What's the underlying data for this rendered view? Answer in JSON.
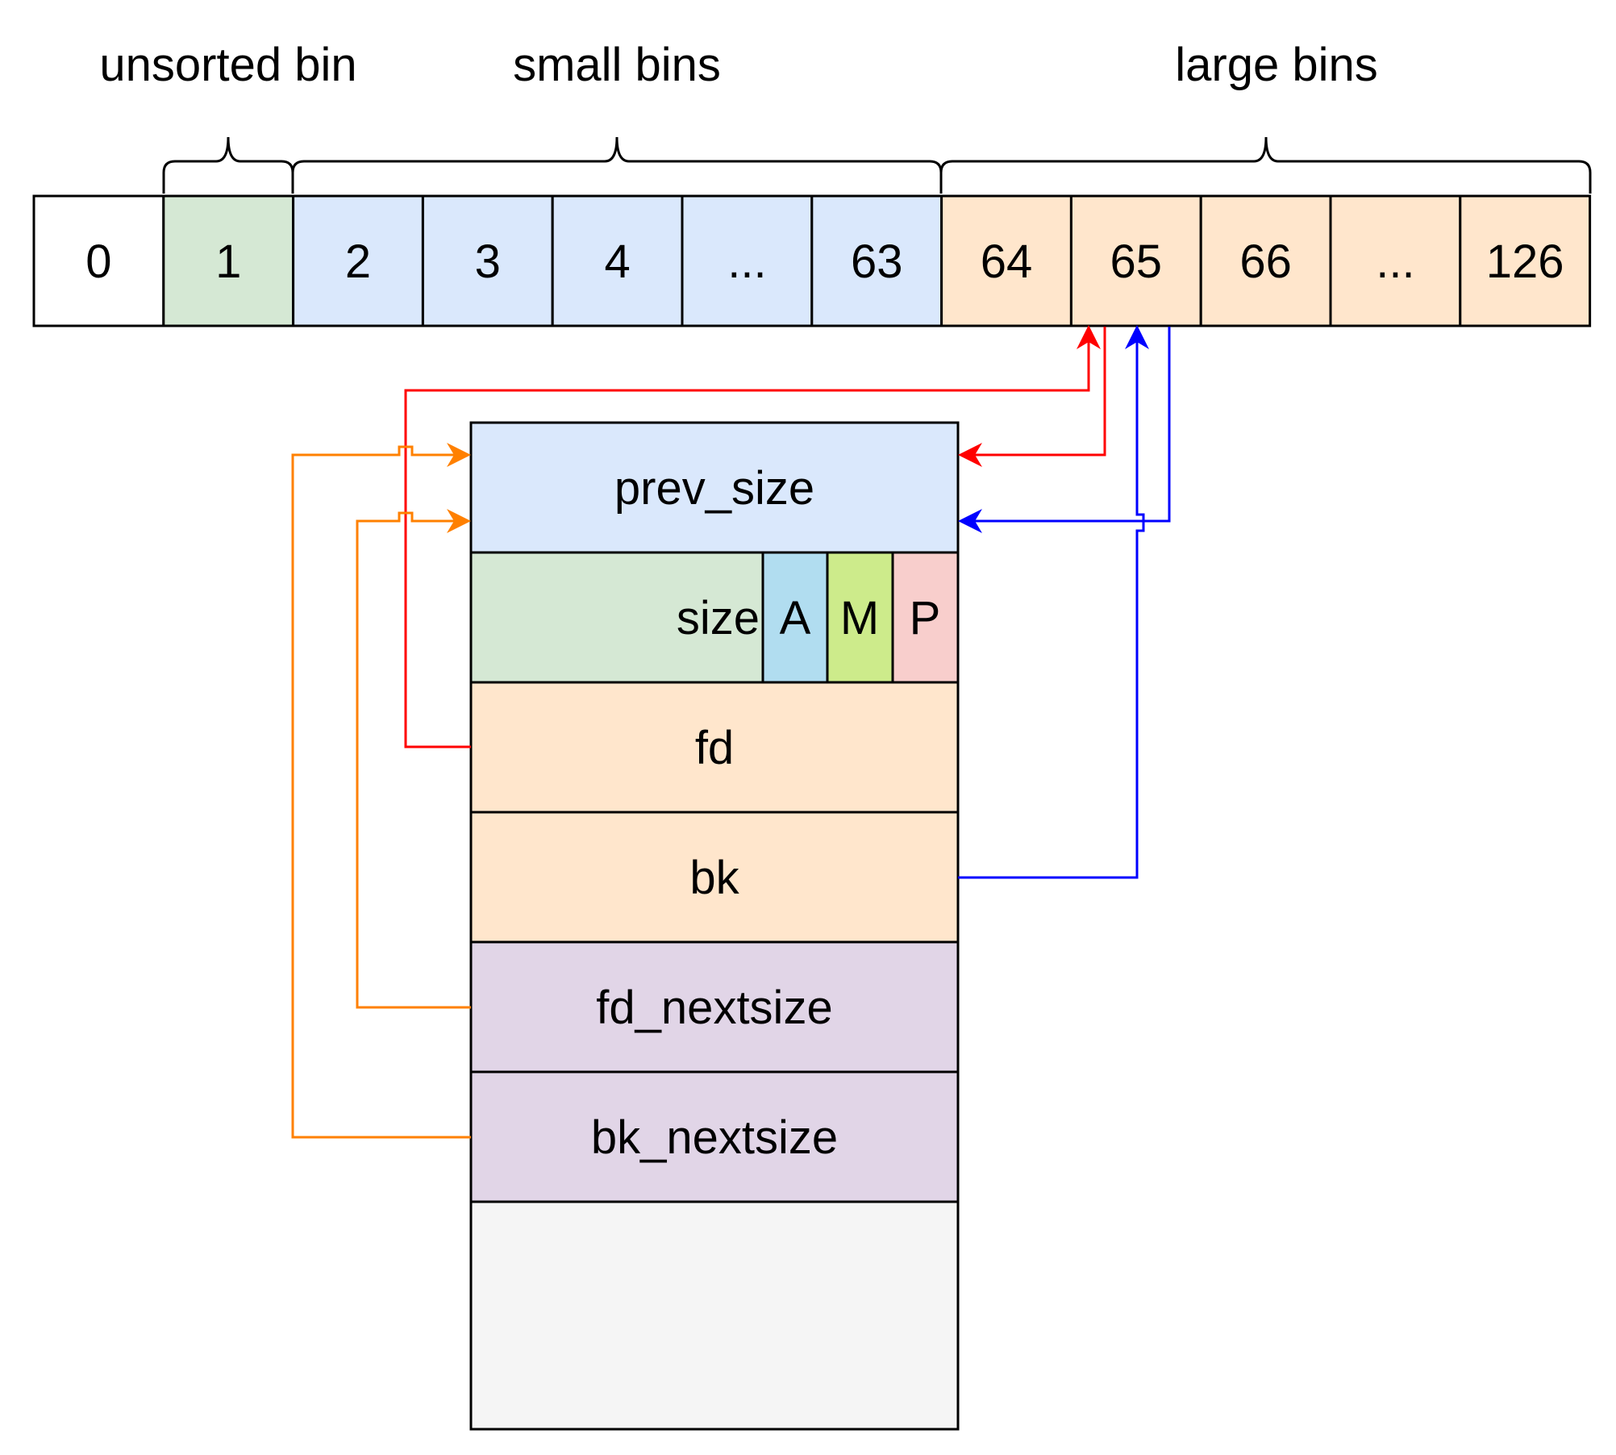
{
  "group_labels": {
    "unsorted": "unsorted bin",
    "small": "small bins",
    "large": "large bins"
  },
  "bins": [
    "0",
    "1",
    "2",
    "3",
    "4",
    "...",
    "63",
    "64",
    "65",
    "66",
    "...",
    "126"
  ],
  "chunk": {
    "prev_size": "prev_size",
    "size": "size",
    "flag_a": "A",
    "flag_m": "M",
    "flag_p": "P",
    "fd": "fd",
    "bk": "bk",
    "fd_nextsize": "fd_nextsize",
    "bk_nextsize": "bk_nextsize"
  },
  "colors": {
    "unsorted_fill": "#d5e8d4",
    "small_fill": "#dae8fc",
    "large_fill": "#ffe6cc",
    "prev_size_fill": "#dae8fc",
    "size_fill": "#d5e8d4",
    "flag_a_fill": "#b1ddf0",
    "flag_m_fill": "#cdeb8b",
    "flag_p_fill": "#f8cecc",
    "fd_bk_fill": "#ffe6cc",
    "nextsize_fill": "#e1d5e7",
    "rest_fill": "#f5f5f5",
    "fd_arrow": "#ff0000",
    "bk_arrow": "#0000ff",
    "nextsize_arrow": "#ff8000"
  }
}
